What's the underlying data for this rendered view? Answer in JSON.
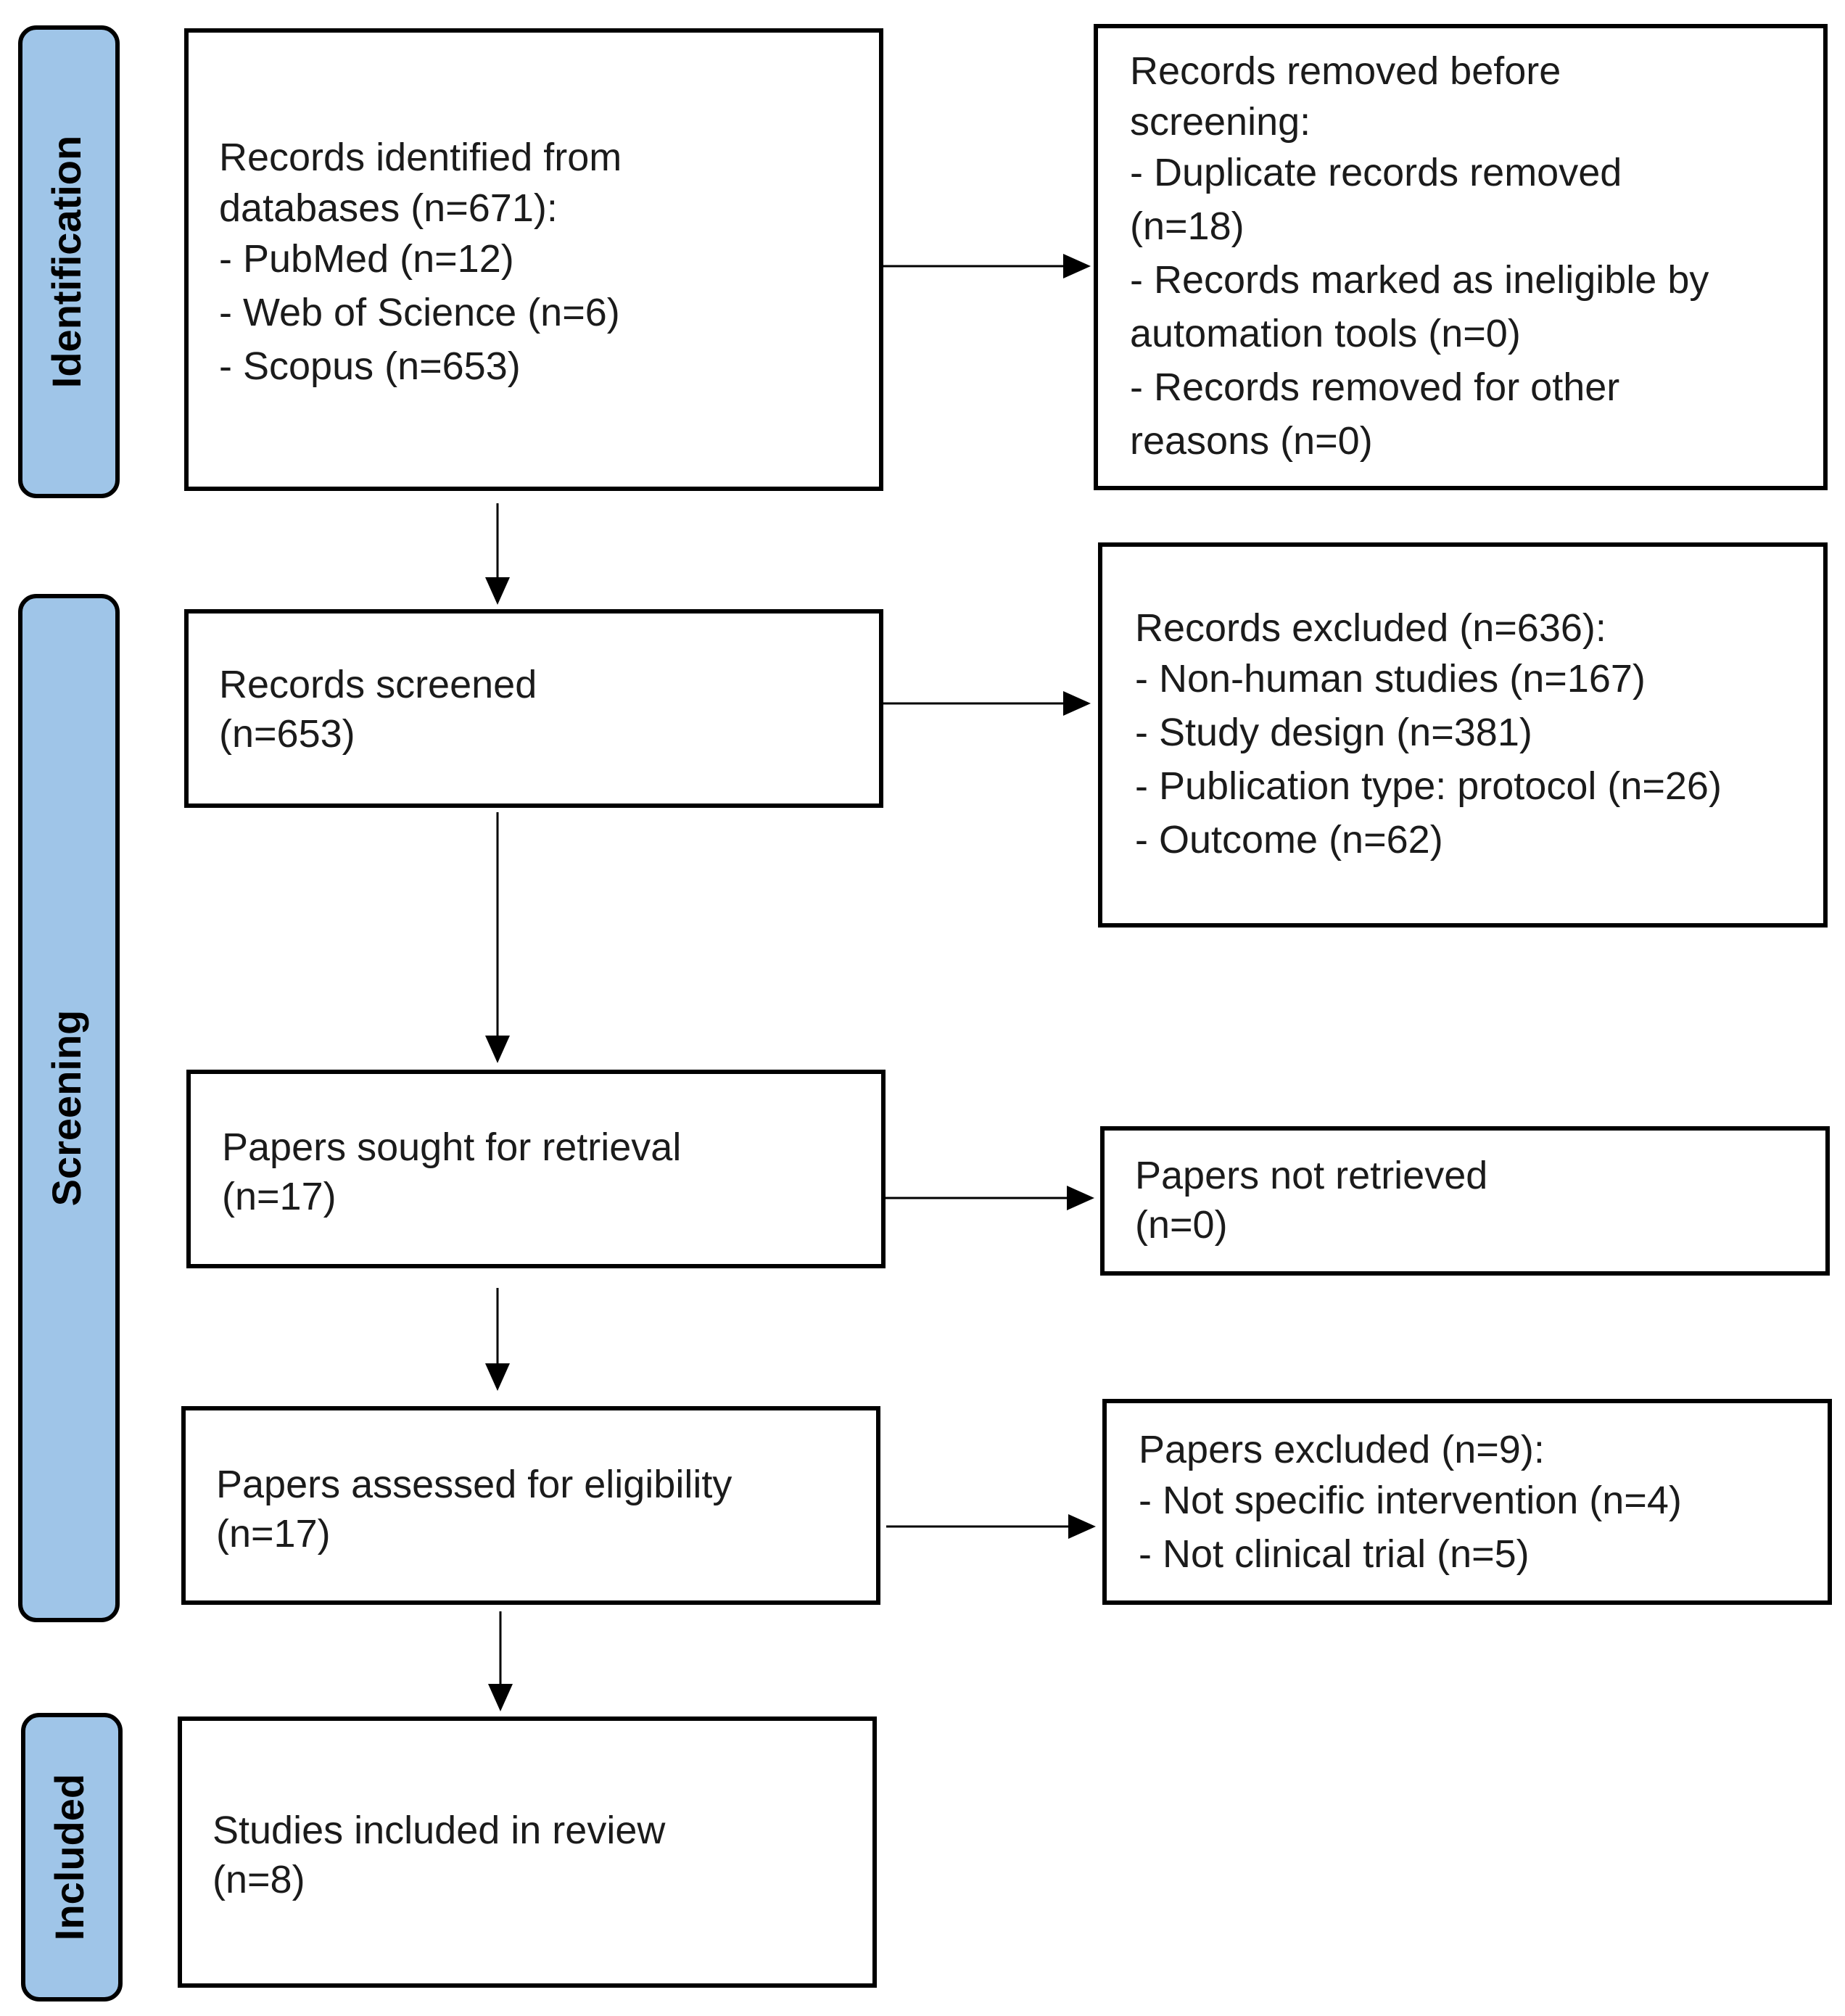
{
  "phases": [
    {
      "id": "identification",
      "label": "Identification"
    },
    {
      "id": "screening",
      "label": "Screening"
    },
    {
      "id": "included",
      "label": "Included"
    }
  ],
  "boxes": {
    "identified": [
      "Records identified from",
      "databases (n=671):",
      "- PubMed (n=12)",
      "- Web of Science (n=6)",
      "- Scopus (n=653)"
    ],
    "removed": [
      "Records removed before",
      "screening:",
      "- Duplicate records removed",
      "(n=18)",
      "- Records marked as ineligible by",
      "automation tools (n=0)",
      "- Records removed for other",
      "reasons (n=0)"
    ],
    "screened": [
      "Records screened",
      "(n=653)"
    ],
    "excluded": [
      "Records excluded (n=636):",
      "- Non-human studies (n=167)",
      "- Study design (n=381)",
      "- Publication type: protocol (n=26)",
      "- Outcome (n=62)"
    ],
    "sought": [
      "Papers sought for retrieval",
      "(n=17)"
    ],
    "not_retrieved": [
      "Papers not retrieved",
      "(n=0)"
    ],
    "assessed": [
      "Papers assessed for eligibility",
      "(n=17)"
    ],
    "papers_excluded": [
      "Papers excluded (n=9):",
      "- Not specific intervention (n=4)",
      "- Not clinical trial (n=5)"
    ],
    "included": [
      "Studies included in review",
      "(n=8)"
    ]
  }
}
